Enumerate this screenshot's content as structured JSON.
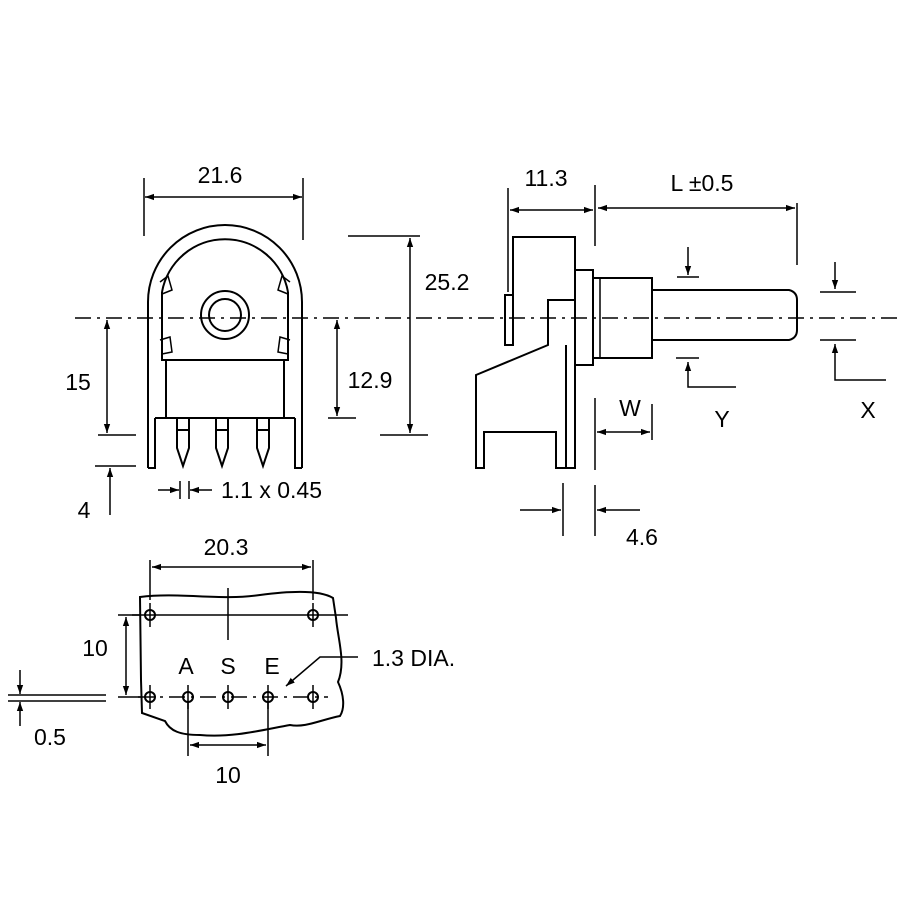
{
  "front_view": {
    "width_label": "21.6",
    "height_label": "25.2",
    "center_height_label": "12.9",
    "pin_height_label": "15",
    "pin_length_label": "4",
    "pin_size_label": "1.1 x 0.45"
  },
  "side_view": {
    "body_depth_label": "11.3",
    "shaft_length_label": "L ±0.5",
    "bushing_label": "W",
    "y_label": "Y",
    "x_label": "X",
    "bracket_label": "4.6"
  },
  "pcb_layout": {
    "width_label": "20.3",
    "row_spacing_label": "10",
    "terminal_a": "A",
    "terminal_s": "S",
    "terminal_e": "E",
    "hole_label": "1.3 DIA.",
    "offset_label": "0.5",
    "pitch_label": "10"
  }
}
